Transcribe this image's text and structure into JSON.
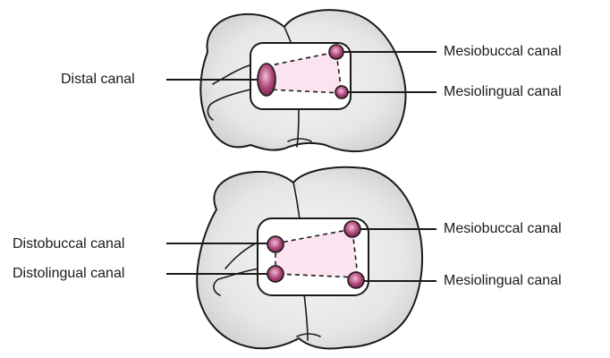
{
  "colors": {
    "enamel": "#e6e6e6",
    "pulp_floor": "#fbe3ef",
    "canal_orifice": "#b24a7c",
    "outline": "#1a1a1a"
  },
  "upper_tooth": {
    "labels": {
      "distal": "Distal canal",
      "mesiobuccal": "Mesiobuccal canal",
      "mesiolingual": "Mesiolingual canal"
    }
  },
  "lower_tooth": {
    "labels": {
      "distobuccal": "Distobuccal canal",
      "distolingual": "Distolingual canal",
      "mesiobuccal": "Mesiobuccal canal",
      "mesiolingual": "Mesiolingual canal"
    }
  }
}
